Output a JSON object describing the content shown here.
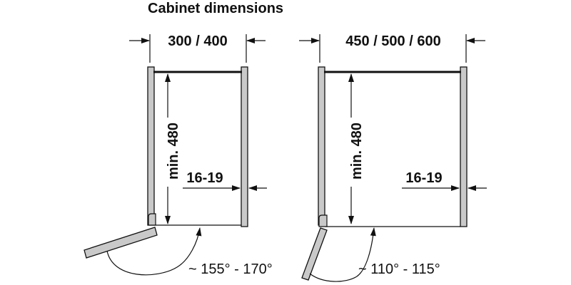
{
  "title": "Cabinet dimensions",
  "colors": {
    "line": "#111111",
    "panel_fill": "#c9c9c9"
  },
  "cabinets": [
    {
      "width_label": "300 / 400",
      "height_label": "min. 480",
      "thickness_label": "16-19",
      "angle_label": "~ 155° - 170°"
    },
    {
      "width_label": "450 / 500 / 600",
      "height_label": "min. 480",
      "thickness_label": "16-19",
      "angle_label": "~ 110° - 115°"
    }
  ]
}
